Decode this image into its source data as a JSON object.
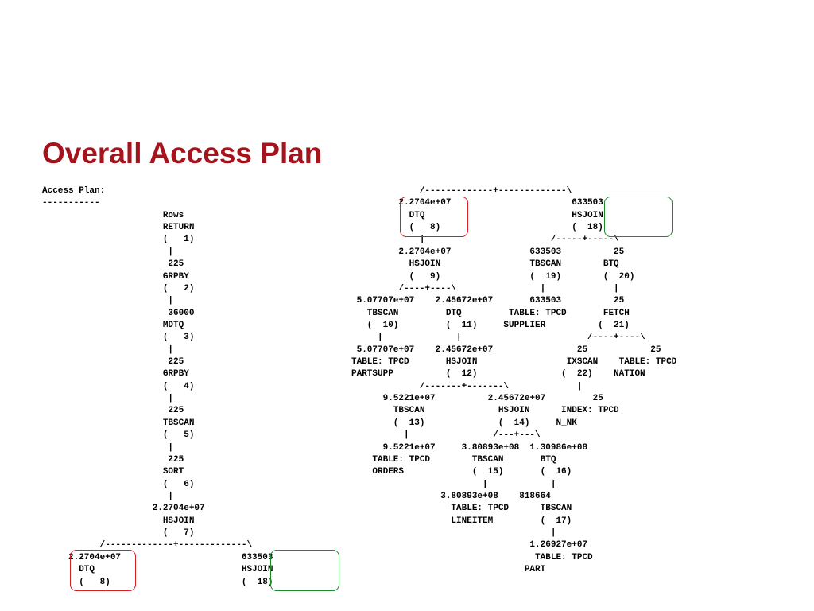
{
  "slide": {
    "title": "Overall Access Plan"
  },
  "plan": {
    "left_text": "Access Plan:\n-----------\n                       Rows\n                       RETURN\n                       (   1)\n                        |\n                        225\n                       GRPBY\n                       (   2)\n                        |\n                        36000\n                       MDTQ\n                       (   3)\n                        |\n                        225\n                       GRPBY\n                       (   4)\n                        |\n                        225\n                       TBSCAN\n                       (   5)\n                        |\n                        225\n                       SORT\n                       (   6)\n                        |\n                     2.2704e+07\n                       HSJOIN\n                       (   7)\n           /-------------+-------------\\\n     2.2704e+07                       633503\n       DTQ                            HSJOIN\n       (   8)                         (  18)",
    "right_text": "             /-------------+-------------\\\n         2.2704e+07                       633503\n           DTQ                            HSJOIN\n           (   8)                         (  18)\n             |                        /-----+-----\\\n         2.2704e+07               633503          25\n           HSJOIN                 TBSCAN        BTQ\n           (   9)                 (  19)        (  20)\n         /----+----\\                |             |\n 5.07707e+07    2.45672e+07       633503          25\n   TBSCAN         DTQ         TABLE: TPCD       FETCH\n   (  10)         (  11)     SUPPLIER          (  21)\n     |              |                        /----+----\\\n 5.07707e+07    2.45672e+07                25            25\nTABLE: TPCD       HSJOIN                 IXSCAN    TABLE: TPCD\nPARTSUPP          (  12)                (  22)    NATION\n             /-------+-------\\             |\n      9.5221e+07          2.45672e+07         25\n        TBSCAN              HSJOIN      INDEX: TPCD\n        (  13)              (  14)     N_NK\n          |                /---+---\\\n      9.5221e+07     3.80893e+08  1.30986e+08\n    TABLE: TPCD        TBSCAN       BTQ\n    ORDERS             (  15)       (  16)\n                         |            |\n                 3.80893e+08    818664\n                   TABLE: TPCD      TBSCAN\n                   LINEITEM         (  17)\n                                      |\n                                  1.26927e+07\n                                   TABLE: TPCD\n                                 PART"
  },
  "highlights": {
    "red_color": "#d42020",
    "green_color": "#1a8c2a"
  }
}
